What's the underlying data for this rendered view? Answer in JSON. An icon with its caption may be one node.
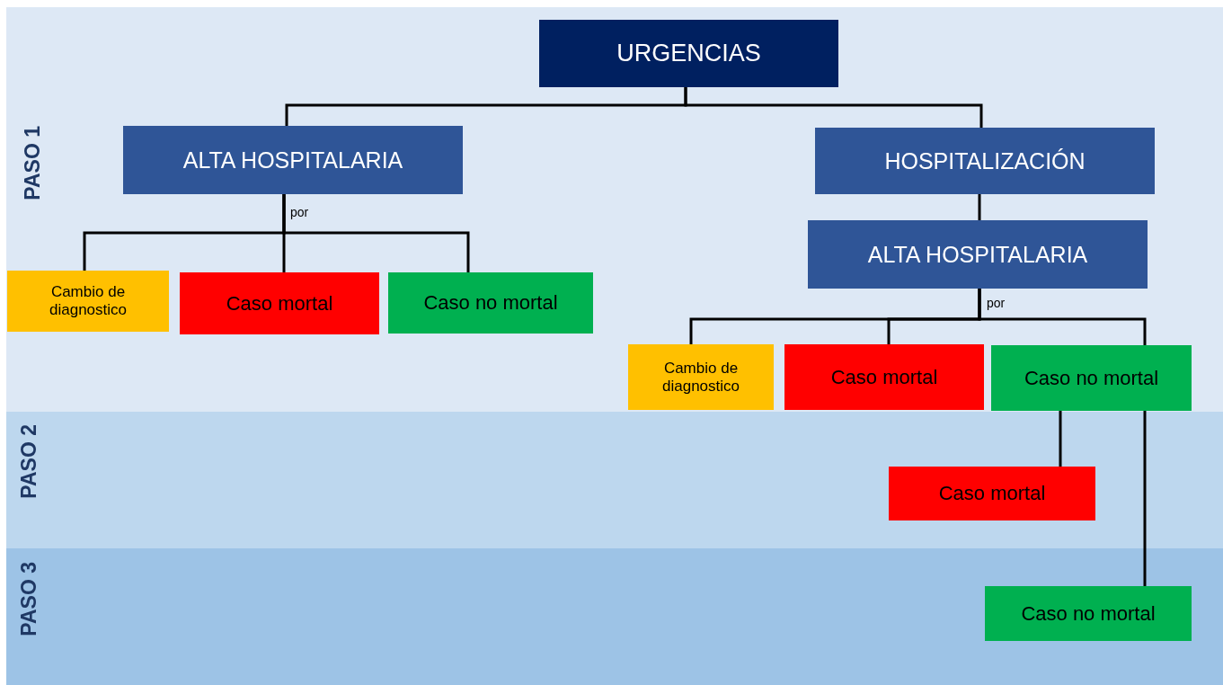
{
  "diagram": {
    "nodes": [
      {
        "text": [
          "PASO 1"
        ]
      },
      {
        "text": [
          "URGENCIAS"
        ],
        "in": 0
      },
      {
        "text": [
          "ALTA HOSPITALARIA"
        ],
        "in": 0
      },
      {
        "text": [
          "HOSPITALIZACIÓN"
        ],
        "in": 0
      },
      {
        "text": [
          "Cambio de diagnostico"
        ],
        "in": 0
      },
      {
        "text": [
          "Caso mortal"
        ],
        "in": 0
      },
      {
        "text": [
          "Caso no mortal"
        ],
        "in": 0
      },
      {
        "text": [
          "ALTA HOSPITALARIA"
        ],
        "in": 0
      },
      {
        "text": [
          "Cambio de diagnostico"
        ],
        "in": 0
      },
      {
        "text": [
          "Caso mortal"
        ],
        "in": 0
      },
      {
        "text": [
          "Caso no mortal"
        ],
        "in": 0
      },
      {
        "text": [
          "PASO 2"
        ]
      },
      {
        "text": [
          "Caso mortal"
        ],
        "in": 11
      },
      {
        "text": [
          "PASO 3"
        ]
      },
      {
        "text": [
          "Caso no mortal"
        ],
        "in": 13
      }
    ],
    "edges": [
      {
        "from": 1,
        "to": 2,
        "arrow": "none"
      },
      {
        "from": 1,
        "to": 3,
        "arrow": "none"
      },
      {
        "from": 2,
        "to": 4,
        "arrow": "none"
      },
      {
        "from": 2,
        "to": 5,
        "label": "por",
        "arrow": "none"
      },
      {
        "from": 2,
        "to": 6,
        "arrow": "none"
      },
      {
        "from": 3,
        "to": 7,
        "arrow": "none"
      },
      {
        "from": 7,
        "to": 8,
        "arrow": "none"
      },
      {
        "from": 7,
        "to": 9,
        "label": "por",
        "arrow": "none"
      },
      {
        "from": 7,
        "to": 10,
        "arrow": "none"
      },
      {
        "from": 10,
        "to": 12,
        "arrow": "none"
      },
      {
        "from": 10,
        "to": 14,
        "arrow": "none"
      }
    ]
  }
}
